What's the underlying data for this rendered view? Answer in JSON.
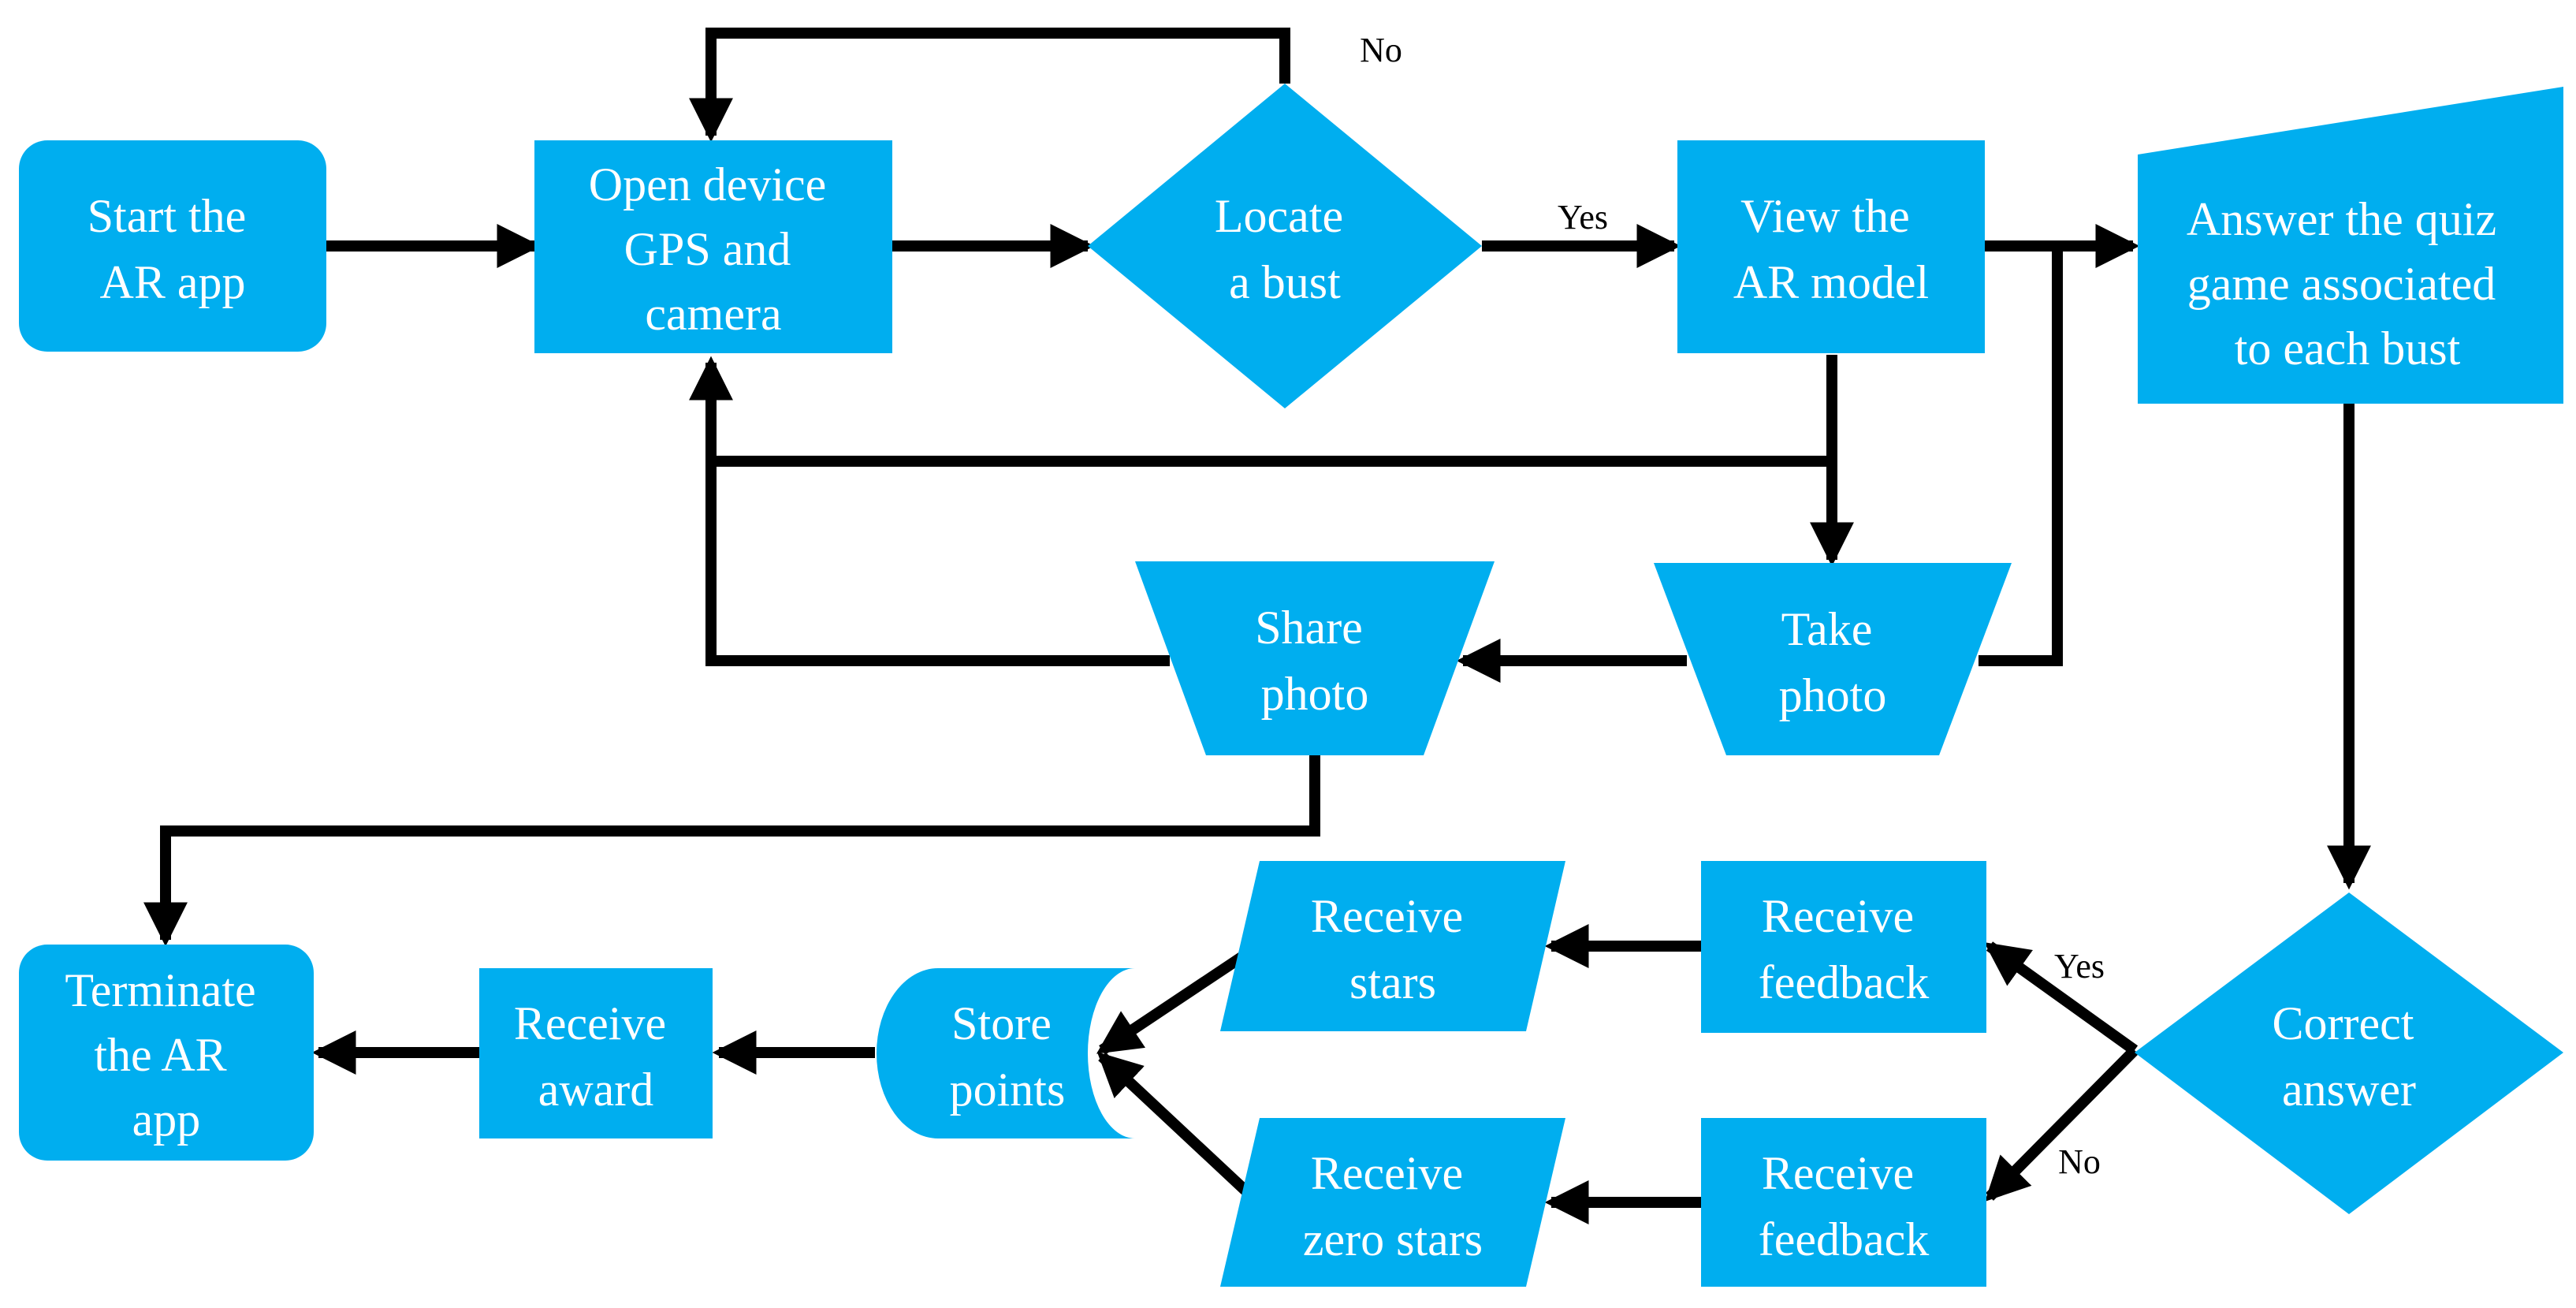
{
  "theme": {
    "node_fill": "#00AEEF",
    "text_color": "#FFFFFF",
    "line_color": "#000000"
  },
  "nodes": {
    "start": {
      "shape": "rounded-rectangle",
      "lines": [
        "Start the",
        "AR app"
      ]
    },
    "open_gps": {
      "shape": "rectangle",
      "lines": [
        "Open device",
        "GPS and",
        "camera"
      ]
    },
    "locate_bust": {
      "shape": "diamond",
      "lines": [
        "Locate",
        "a bust"
      ]
    },
    "view_model": {
      "shape": "rectangle",
      "lines": [
        "View the",
        "AR model"
      ]
    },
    "quiz": {
      "shape": "manual-input",
      "lines": [
        "Answer the quiz",
        "game associated",
        "to each bust"
      ]
    },
    "take_photo": {
      "shape": "trapezoid",
      "lines": [
        "Take",
        "photo"
      ]
    },
    "share_photo": {
      "shape": "trapezoid",
      "lines": [
        "Share",
        "photo"
      ]
    },
    "correct": {
      "shape": "diamond",
      "lines": [
        "Correct",
        "answer"
      ]
    },
    "feedback_yes": {
      "shape": "rectangle",
      "lines": [
        "Receive",
        "feedback"
      ]
    },
    "feedback_no": {
      "shape": "rectangle",
      "lines": [
        "Receive",
        "feedback"
      ]
    },
    "stars": {
      "shape": "parallelogram",
      "lines": [
        "Receive",
        "stars"
      ]
    },
    "zero_stars": {
      "shape": "parallelogram",
      "lines": [
        "Receive",
        "zero stars"
      ]
    },
    "store": {
      "shape": "stored-data",
      "lines": [
        "Store",
        "points"
      ]
    },
    "award": {
      "shape": "rectangle",
      "lines": [
        "Receive",
        "award"
      ]
    },
    "terminate": {
      "shape": "rounded-rectangle",
      "lines": [
        "Terminate",
        "the AR",
        "app"
      ]
    }
  },
  "edge_labels": {
    "locate_no": "No",
    "locate_yes": "Yes",
    "correct_yes": "Yes",
    "correct_no": "No"
  }
}
